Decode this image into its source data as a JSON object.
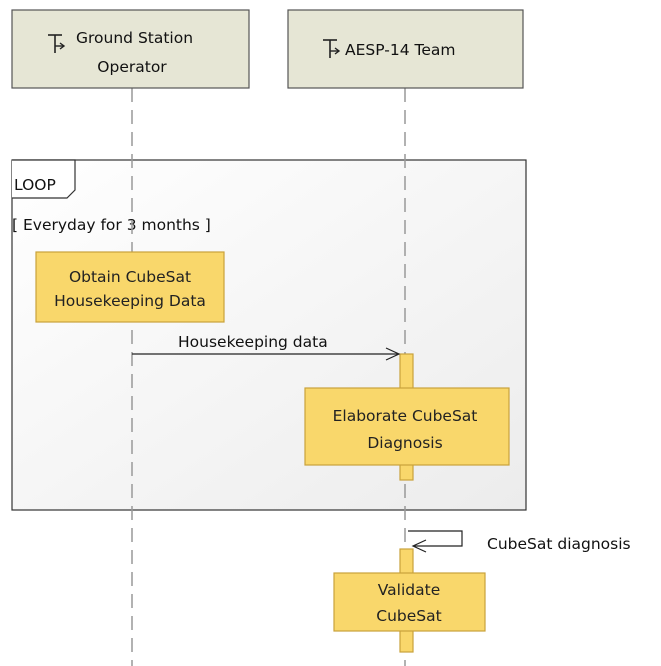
{
  "lifelines": [
    {
      "lines": [
        "Ground Station",
        "Operator"
      ],
      "icon": "actor-role-icon"
    },
    {
      "lines": [
        "AESP-14 Team"
      ],
      "icon": "actor-role-icon"
    }
  ],
  "fragment": {
    "operator": "LOOP",
    "guard": "[ Everyday for 3 months ]"
  },
  "actions": {
    "obtain": [
      "Obtain CubeSat",
      "Housekeeping Data"
    ],
    "elaborate": [
      "Elaborate CubeSat",
      "Diagnosis"
    ],
    "validate": [
      "Validate",
      "CubeSat"
    ]
  },
  "messages": {
    "housekeeping": "Housekeeping data",
    "self_diagnosis": "CubeSat diagnosis"
  },
  "colors": {
    "lifeline_header_fill": "#e6e6d5",
    "action_fill": "#f9d76b",
    "action_border": "#c9a23b",
    "activation_fill": "#f9d76b",
    "fragment_fill": "#f7f7f7"
  }
}
